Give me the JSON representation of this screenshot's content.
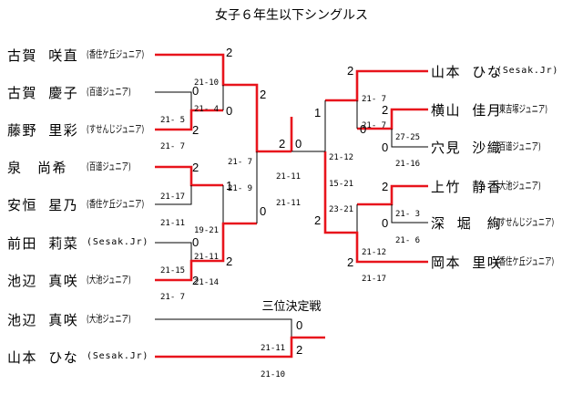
{
  "title": "女子６年生以下シングルス",
  "third_place_title": "三位決定戦",
  "colors": {
    "winner_line": "#e8141c",
    "line": "#000000"
  },
  "left_players": [
    {
      "name": "古賀 咲直",
      "club": "(香住ケ丘ジュニア)"
    },
    {
      "name": "古賀 慶子",
      "club": "(百道ジュニア)"
    },
    {
      "name": "藤野 里彩",
      "club": "(すせんじジュニア)"
    },
    {
      "name": "泉　尚希",
      "club": "(百道ジュニア)"
    },
    {
      "name": "安恒 星乃",
      "club": "(香住ケ丘ジュニア)"
    },
    {
      "name": "前田 莉菜",
      "club": "(Sesak.Jr)"
    },
    {
      "name": "池辺 真咲",
      "club": "(大池ジュニア)"
    }
  ],
  "right_players": [
    {
      "name": "山本 ひな",
      "club": "(Sesak.Jr)"
    },
    {
      "name": "横山 佳月",
      "club": "(東吉塚ジュニア)"
    },
    {
      "name": "穴見 沙織",
      "club": "(百道ジュニア)"
    },
    {
      "name": "上竹 静香",
      "club": "(大池ジュニア)"
    },
    {
      "name": "深 堀　絢",
      "club": "(すせんじジュニア)"
    },
    {
      "name": "岡本 里咲",
      "club": "(香住ケ丘ジュニア)"
    }
  ],
  "third_place_players": [
    {
      "name": "池辺 真咲",
      "club": "(大池ジュニア)"
    },
    {
      "name": "山本 ひな",
      "club": "(Sesak.Jr)"
    }
  ],
  "matches": {
    "left_r1_a": {
      "top": "0",
      "bottom": "2",
      "scores": [
        "21- 5",
        "21- 7"
      ]
    },
    "left_qf_a": {
      "top": "2",
      "bottom": "0",
      "scores": [
        "21-10",
        "21- 4"
      ]
    },
    "left_r1_b": {
      "top": "2",
      "scores": [
        "21-17",
        "21-11"
      ]
    },
    "left_r1_c": {
      "top": "0",
      "bottom": "2",
      "scores": [
        "21-15",
        "21- 7"
      ]
    },
    "left_qf_b": {
      "top": "1",
      "bottom": "2",
      "scores": [
        "19-21",
        "21-11",
        "21-14"
      ]
    },
    "left_sf": {
      "top": "2",
      "bottom": "0",
      "scores": [
        "21- 7",
        "21- 9"
      ]
    },
    "right_r1_a": {
      "top": "2",
      "bottom": "0",
      "scores": [
        "27-25",
        "21-16"
      ]
    },
    "right_qf_a": {
      "top": "2",
      "bottom": "0",
      "scores": [
        "21- 7",
        "21- 7"
      ]
    },
    "right_r1_b": {
      "top": "2",
      "bottom": "0",
      "scores": [
        "21- 3",
        "21- 6"
      ]
    },
    "right_qf_b": {
      "bottom": "2",
      "scores": [
        "21-12",
        "21-17"
      ]
    },
    "right_sf": {
      "top": "1",
      "bottom": "2",
      "scores": [
        "21-12",
        "15-21",
        "23-21"
      ]
    },
    "final": {
      "left": "2",
      "right": "0",
      "scores": [
        "21-11",
        "21-11"
      ]
    },
    "third_place": {
      "top": "0",
      "bottom": "2",
      "scores": [
        "21-11",
        "21-10"
      ]
    }
  }
}
